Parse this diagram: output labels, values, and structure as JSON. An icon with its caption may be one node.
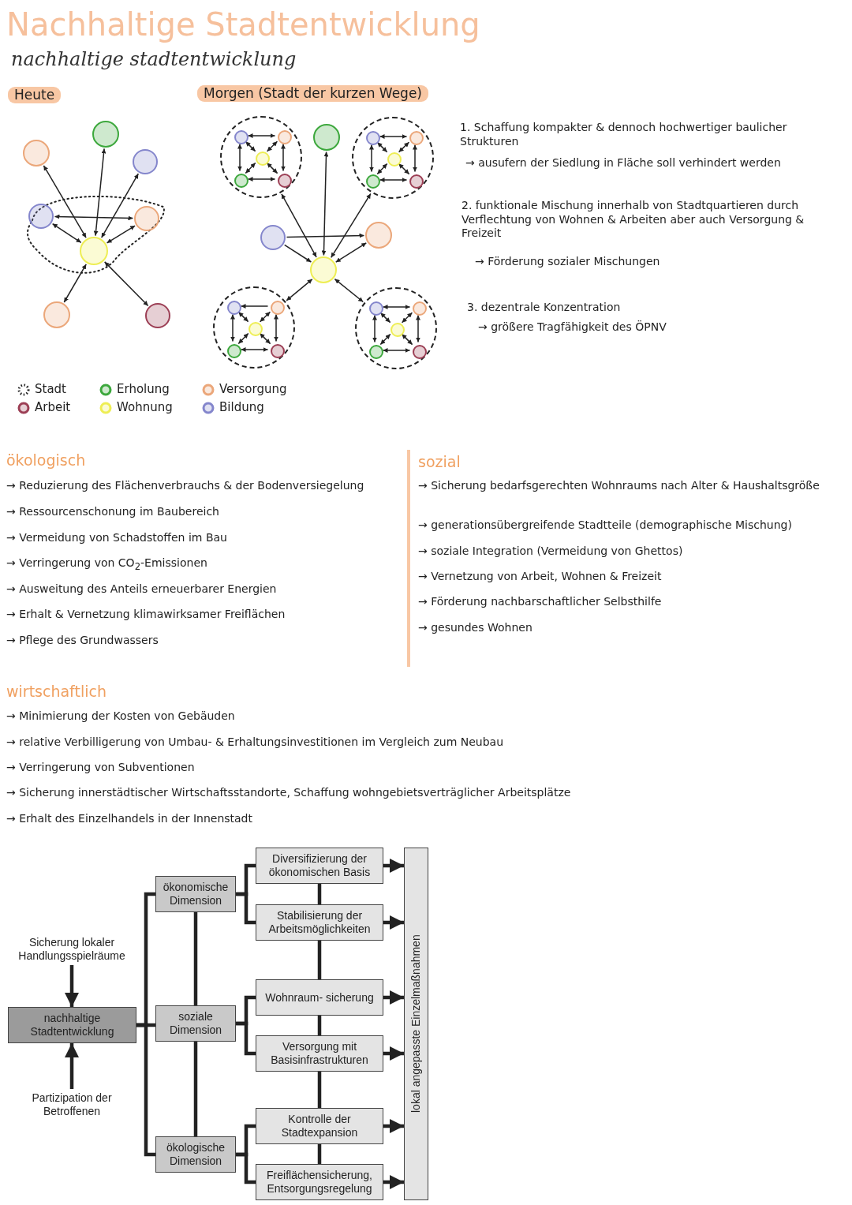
{
  "diagram": {
    "title": "Nachhaltige Stadtentwicklung",
    "nodes": [
      {
        "text": [],
        "shape": "circle"
      },
      {
        "text": [],
        "shape": "circle"
      },
      {
        "text": [],
        "shape": "circle"
      },
      {
        "text": [],
        "shape": "cloud"
      },
      {
        "text": [],
        "shape": "circle",
        "in": 3
      },
      {
        "text": [],
        "shape": "circle",
        "in": 3
      },
      {
        "text": [],
        "shape": "circle",
        "in": 3
      },
      {
        "text": [],
        "shape": "circle"
      },
      {
        "text": [],
        "shape": "circle"
      },
      {
        "text": [],
        "shape": "circle"
      },
      {
        "text": [],
        "shape": "circle",
        "in": 9
      },
      {
        "text": [],
        "shape": "circle",
        "in": 9
      },
      {
        "text": [],
        "shape": "circle",
        "in": 9
      },
      {
        "text": [],
        "shape": "circle",
        "in": 9
      },
      {
        "text": [],
        "shape": "circle",
        "in": 9
      },
      {
        "text": [],
        "shape": "circle"
      },
      {
        "text": [],
        "shape": "circle"
      },
      {
        "text": [],
        "shape": "circle",
        "in": 16
      },
      {
        "text": [],
        "shape": "circle",
        "in": 16
      },
      {
        "text": [],
        "shape": "circle",
        "in": 16
      },
      {
        "text": [],
        "shape": "circle",
        "in": 16
      },
      {
        "text": [],
        "shape": "circle",
        "in": 16
      },
      {
        "text": [],
        "shape": "circle"
      },
      {
        "text": [],
        "shape": "circle"
      },
      {
        "text": [],
        "shape": "circle"
      },
      {
        "text": [],
        "shape": "circle"
      },
      {
        "text": [],
        "shape": "circle",
        "in": 25
      },
      {
        "text": [],
        "shape": "circle",
        "in": 25
      },
      {
        "text": [],
        "shape": "circle",
        "in": 25
      },
      {
        "text": [],
        "shape": "circle",
        "in": 25
      },
      {
        "text": [],
        "shape": "circle",
        "in": 25
      },
      {
        "text": [],
        "shape": "circle"
      },
      {
        "text": [],
        "shape": "circle",
        "in": 31
      },
      {
        "text": [],
        "shape": "circle",
        "in": 31
      },
      {
        "text": [],
        "shape": "circle",
        "in": 31
      },
      {
        "text": [],
        "shape": "circle",
        "in": 31
      },
      {
        "text": [],
        "shape": "circle",
        "in": 31
      },
      {
        "text": [
          "Sicherung lokaler Handlungsspielräume"
        ]
      },
      {
        "text": [
          "nachhaltige Stadtentwicklung"
        ]
      },
      {
        "text": [
          "Partizipation der Betroffenen"
        ]
      },
      {
        "text": [
          "ökonomische Dimension"
        ]
      },
      {
        "text": [
          "soziale Dimension"
        ]
      },
      {
        "text": [
          "ökologische Dimension"
        ]
      },
      {
        "text": [
          "Diversifizierung der ökonomischen Basis"
        ]
      },
      {
        "text": [
          "Stabilisierung der Arbeitsmöglichkeiten"
        ]
      },
      {
        "text": [
          "Wohnraum- sicherung"
        ]
      },
      {
        "text": [
          "Versorgung mit Basisinfrastrukturen"
        ]
      },
      {
        "text": [
          "Kontrolle der Stadtexpansion"
        ]
      },
      {
        "text": [
          "Freiflächensicherung, Entsorgungsregelung"
        ]
      },
      {
        "text": [
          "lokal angepasste Einzelmaßnahmen"
        ]
      }
    ],
    "edges": [
      {
        "from": 6,
        "to": 0,
        "arrow": "both"
      },
      {
        "from": 6,
        "to": 1,
        "arrow": "both"
      },
      {
        "from": 6,
        "to": 2,
        "arrow": "both"
      },
      {
        "from": 4,
        "to": 6,
        "arrow": "both"
      },
      {
        "from": 5,
        "to": 6,
        "arrow": "both"
      },
      {
        "from": 4,
        "to": 5,
        "arrow": "both"
      },
      {
        "from": 6,
        "to": 7,
        "arrow": "both"
      },
      {
        "from": 6,
        "to": 8,
        "arrow": "both"
      },
      {
        "from": 10,
        "to": 11,
        "arrow": "both"
      },
      {
        "from": 10,
        "to": 13,
        "arrow": "both"
      },
      {
        "from": 11,
        "to": 14,
        "arrow": "both"
      },
      {
        "from": 13,
        "to": 14,
        "arrow": "both"
      },
      {
        "from": 12,
        "to": 10,
        "arrow": "both"
      },
      {
        "from": 12,
        "to": 11,
        "arrow": "both"
      },
      {
        "from": 12,
        "to": 13,
        "arrow": "both"
      },
      {
        "from": 12,
        "to": 14,
        "arrow": "both"
      },
      {
        "from": 17,
        "to": 18,
        "arrow": "both"
      },
      {
        "from": 17,
        "to": 20,
        "arrow": "both"
      },
      {
        "from": 18,
        "to": 21,
        "arrow": "both"
      },
      {
        "from": 20,
        "to": 21,
        "arrow": "both"
      },
      {
        "from": 19,
        "to": 17,
        "arrow": "both"
      },
      {
        "from": 19,
        "to": 18,
        "arrow": "both"
      },
      {
        "from": 19,
        "to": 20,
        "arrow": "both"
      },
      {
        "from": 19,
        "to": 21,
        "arrow": "both"
      },
      {
        "from": 24,
        "to": 9,
        "arrow": "both"
      },
      {
        "from": 15,
        "to": 24,
        "arrow": "both"
      },
      {
        "from": 24,
        "to": 16,
        "arrow": "both"
      },
      {
        "from": 22,
        "to": 24,
        "arrow": "to"
      },
      {
        "from": 22,
        "to": 23,
        "arrow": "to"
      },
      {
        "from": 23,
        "to": 24,
        "arrow": "both"
      },
      {
        "from": 24,
        "to": 25,
        "arrow": "both"
      },
      {
        "from": 24,
        "to": 31,
        "arrow": "both"
      },
      {
        "from": 27,
        "to": 26,
        "arrow": "to"
      },
      {
        "from": 26,
        "to": 29,
        "arrow": "both"
      },
      {
        "from": 27,
        "to": 30,
        "arrow": "both"
      },
      {
        "from": 29,
        "to": 30,
        "arrow": "both"
      },
      {
        "from": 28,
        "to": 26,
        "arrow": "both"
      },
      {
        "from": 28,
        "to": 27,
        "arrow": "both"
      },
      {
        "from": 28,
        "to": 29,
        "arrow": "both"
      },
      {
        "from": 28,
        "to": 30,
        "arrow": "both"
      },
      {
        "from": 32,
        "to": 33,
        "arrow": "both"
      },
      {
        "from": 32,
        "to": 35,
        "arrow": "both"
      },
      {
        "from": 33,
        "to": 36,
        "arrow": "both"
      },
      {
        "from": 35,
        "to": 36,
        "arrow": "both"
      },
      {
        "from": 34,
        "to": 32,
        "arrow": "both"
      },
      {
        "from": 34,
        "to": 33,
        "arrow": "both"
      },
      {
        "from": 34,
        "to": 35,
        "arrow": "both"
      },
      {
        "from": 34,
        "to": 36,
        "arrow": "both"
      },
      {
        "from": 37,
        "to": 38,
        "arrow": "to",
        "style": "thick"
      },
      {
        "from": 39,
        "to": 38,
        "arrow": "to",
        "style": "thick"
      },
      {
        "from": 38,
        "to": 40,
        "arrow": "none",
        "style": "thick"
      },
      {
        "from": 38,
        "to": 41,
        "arrow": "none",
        "style": "thick"
      },
      {
        "from": 38,
        "to": 42,
        "arrow": "none",
        "style": "thick"
      },
      {
        "from": 40,
        "to": 41,
        "arrow": "none",
        "style": "thick"
      },
      {
        "from": 41,
        "to": 42,
        "arrow": "none",
        "style": "thick"
      },
      {
        "from": 40,
        "to": 43,
        "arrow": "none",
        "style": "thick"
      },
      {
        "from": 40,
        "to": 44,
        "arrow": "none",
        "style": "thick"
      },
      {
        "from": 41,
        "to": 45,
        "arrow": "none",
        "style": "thick"
      },
      {
        "from": 41,
        "to": 46,
        "arrow": "none",
        "style": "thick"
      },
      {
        "from": 42,
        "to": 47,
        "arrow": "none",
        "style": "thick"
      },
      {
        "from": 42,
        "to": 48,
        "arrow": "none",
        "style": "thick"
      },
      {
        "from": 43,
        "to": 44,
        "arrow": "none",
        "style": "thick"
      },
      {
        "from": 44,
        "to": 45,
        "arrow": "none",
        "style": "thick"
      },
      {
        "from": 45,
        "to": 46,
        "arrow": "none",
        "style": "thick"
      },
      {
        "from": 46,
        "to": 47,
        "arrow": "none",
        "style": "thick"
      },
      {
        "from": 47,
        "to": 48,
        "arrow": "none",
        "style": "thick"
      },
      {
        "from": 43,
        "to": 49,
        "arrow": "to",
        "style": "thick"
      },
      {
        "from": 44,
        "to": 49,
        "arrow": "to",
        "style": "thick"
      },
      {
        "from": 45,
        "to": 49,
        "arrow": "to",
        "style": "thick"
      },
      {
        "from": 46,
        "to": 49,
        "arrow": "to",
        "style": "thick"
      },
      {
        "from": 47,
        "to": 49,
        "arrow": "to",
        "style": "thick"
      },
      {
        "from": 48,
        "to": 49,
        "arrow": "to",
        "style": "thick"
      }
    ],
    "labels": [
      "nachhaltige stadtentwicklung",
      "Heute",
      "Morgen (Stadt der kurzen Wege)",
      "1. Schaffung kompakter & dennoch hochwertiger baulicher Strukturen",
      "→ ausufern der Siedlung in Fläche soll verhindert werden",
      "2. funktionale Mischung innerhalb von Stadtquartieren durch Verflechtung von Wohnen & Arbeiten aber auch Versorgung & Freizeit",
      "→ Förderung sozialer Mischungen",
      "3. dezentrale Konzentration",
      "→ größere Tragfähigkeit des ÖPNV",
      "ökologisch",
      "→ Reduzierung des Flächenverbrauchs & der Bodenversiegelung",
      "→ Ressourcenschonung im Baubereich",
      "→ Vermeidung von Schadstoffen im Bau",
      "→ Verringerung von CO$_{2}$-Emissionen",
      "→ Ausweitung des Anteils erneuerbarer Energien",
      "→ Erhalt & Vernetzung klimawirksamer Freiflächen",
      "→ Pflege des Grundwassers",
      "sozial",
      "→ Sicherung bedarfsgerechten Wohnraums nach Alter & Haushaltsgröße",
      "→ generationsübergreifende Stadtteile (demographische Mischung)",
      "→ soziale Integration (Vermeidung von Ghettos)",
      "→ Vernetzung von Arbeit, Wohnen & Freizeit",
      "→ Förderung nachbarschaftlicher Selbsthilfe",
      "→ gesundes Wohnen",
      "wirtschaftlich",
      "→ Minimierung der Kosten von Gebäuden",
      "→ relative Verbilligerung von Umbau- & Erhaltungsinvestitionen im Vergleich zum Neubau",
      "→ Verringerung von Subventionen",
      "→ Sicherung innerstädtischer Wirtschaftsstandorte, Schaffung wohngebietsverträglicher Arbeitsplätze",
      "→ Erhalt des Einzelhandels in der Innenstadt"
    ],
    "legend": [
      {
        "text": "Stadt"
      },
      {
        "text": "Erholung",
        "color": "#3da83d"
      },
      {
        "text": "Versorgung",
        "color": "#eba77a"
      },
      {
        "text": "Arbeit",
        "color": "#9c3f55"
      },
      {
        "text": "Wohnung",
        "color": "#eeee55"
      },
      {
        "text": "Bildung",
        "color": "#8486cc"
      }
    ]
  }
}
